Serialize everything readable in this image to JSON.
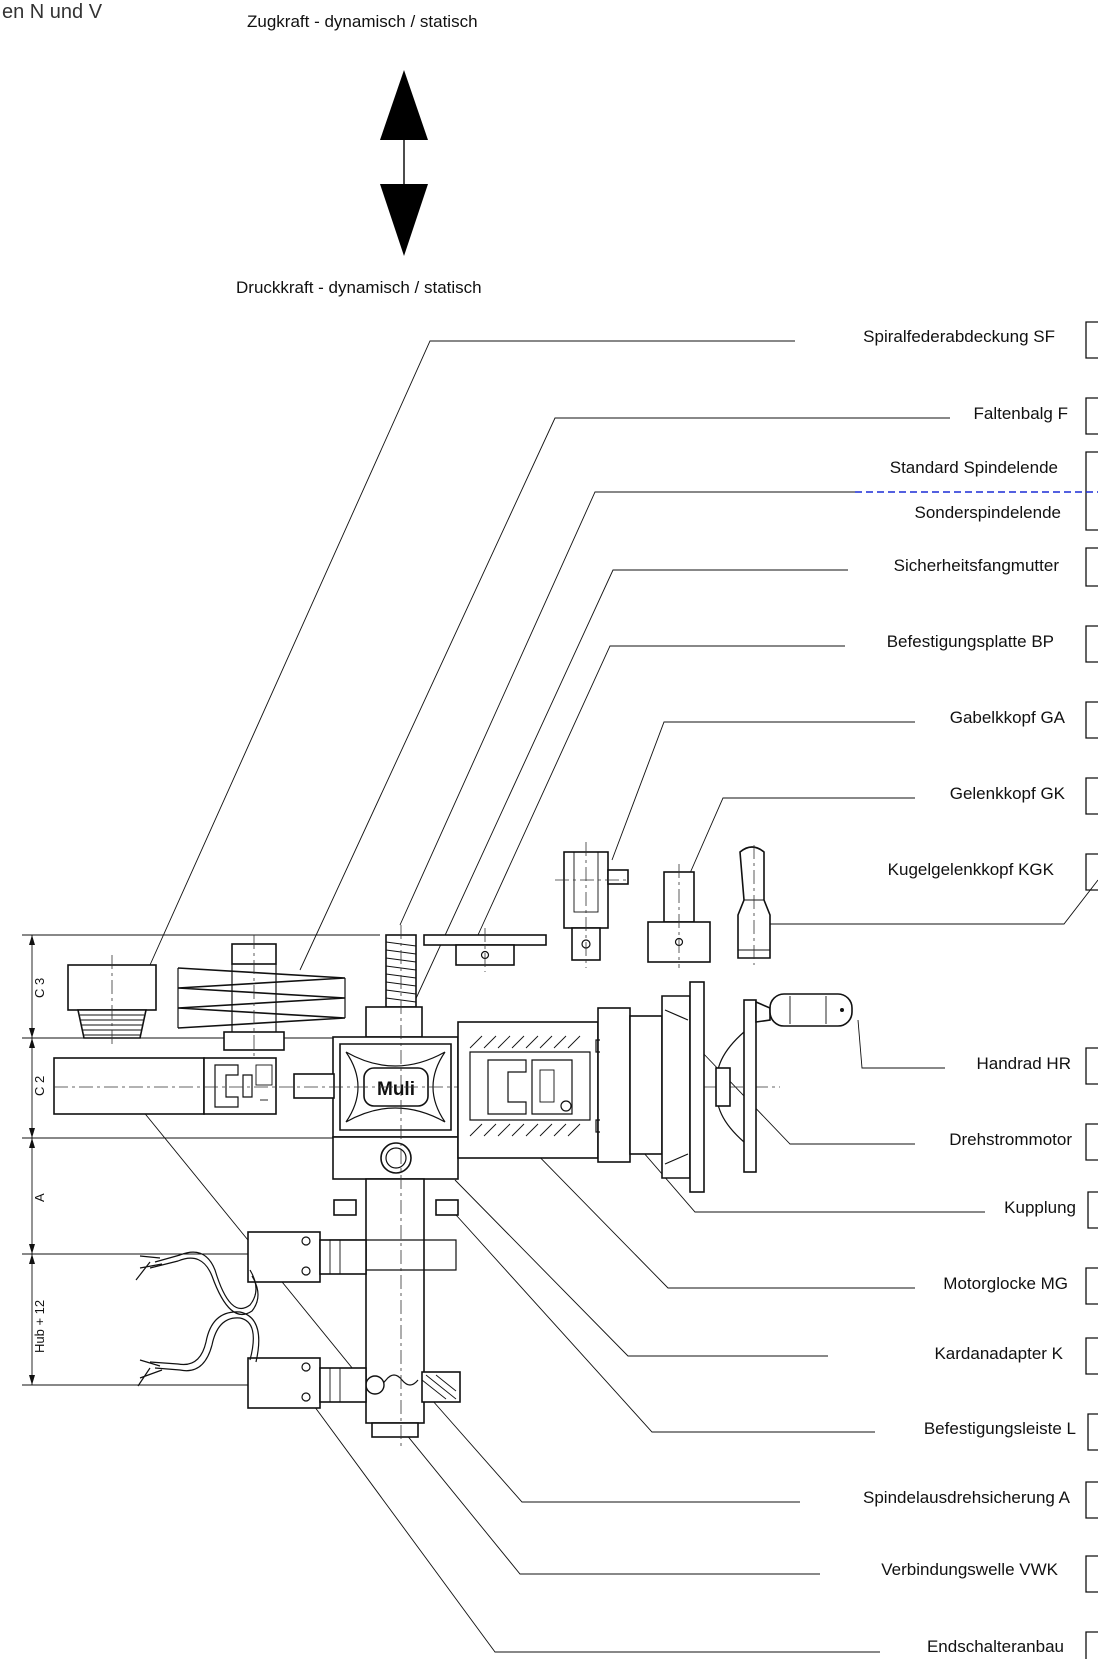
{
  "header": {
    "corner_text": "en N und V",
    "pull_force_label": "Zugkraft - dynamisch / statisch",
    "push_force_label": "Druckkraft - dynamisch / statisch"
  },
  "center_unit": {
    "logo_text": "Muli"
  },
  "dimensions": {
    "c3": "C 3",
    "c2": "C 2",
    "a": "A",
    "hub": "Hub + 12"
  },
  "callouts": [
    "Spiralfederabdeckung SF",
    "Faltenbalg F",
    "Standard Spindelende",
    "Sonderspindelende",
    "Sicherheitsfangmutter",
    "Befestigungsplatte BP",
    "Gabelkkopf GA",
    "Gelenkkopf GK",
    "Kugelgelenkkopf KGK",
    "Handrad HR",
    "Drehstrommotor",
    "Kupplung",
    "Motorglocke MG",
    "Kardanadapter K",
    "Befestigungsleiste L",
    "Spindelausdrehsicherung A",
    "Verbindungswelle VWK",
    "Endschalteranbau"
  ],
  "colors": {
    "line": "#111111",
    "separator_dashed": "#1a2bd6",
    "background": "#ffffff"
  }
}
